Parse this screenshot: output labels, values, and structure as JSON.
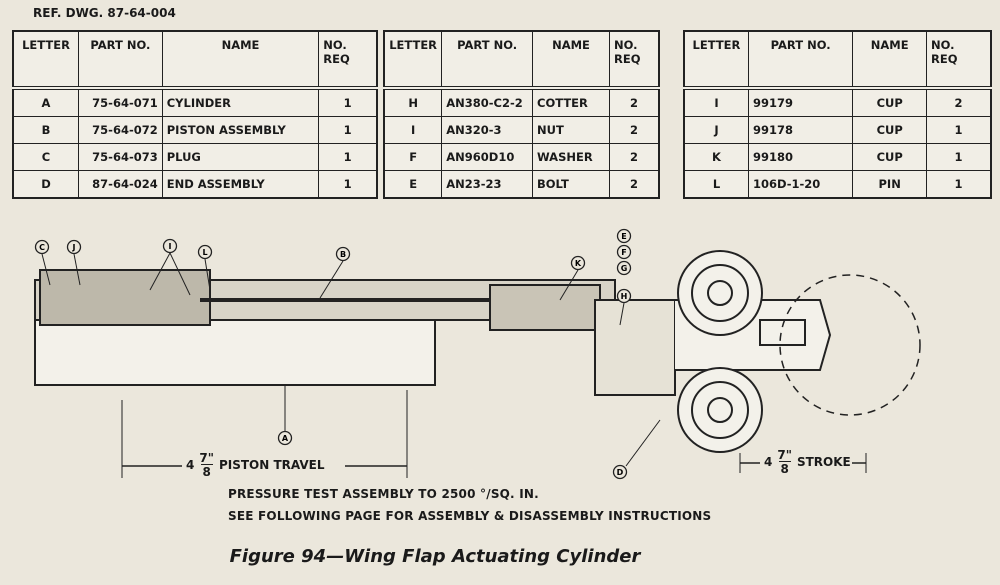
{
  "ref_dwg": "REF. DWG. 87-64-004",
  "columns": {
    "letter": "LETTER",
    "part": "PART NO.",
    "name": "NAME",
    "req_1": "NO.",
    "req_2": "REQ"
  },
  "tables": [
    {
      "rows": [
        {
          "letter": "A",
          "part": "75-64-071",
          "name": "CYLINDER",
          "req": "1"
        },
        {
          "letter": "B",
          "part": "75-64-072",
          "name": "PISTON ASSEMBLY",
          "req": "1"
        },
        {
          "letter": "C",
          "part": "75-64-073",
          "name": "PLUG",
          "req": "1"
        },
        {
          "letter": "D",
          "part": "87-64-024",
          "name": "END ASSEMBLY",
          "req": "1"
        }
      ]
    },
    {
      "rows": [
        {
          "letter": "H",
          "part": "AN380-C2-2",
          "name": "COTTER",
          "req": "2"
        },
        {
          "letter": "I",
          "part": "AN320-3",
          "name": "NUT",
          "req": "2"
        },
        {
          "letter": "F",
          "part": "AN960D10",
          "name": "WASHER",
          "req": "2"
        },
        {
          "letter": "E",
          "part": "AN23-23",
          "name": "BOLT",
          "req": "2"
        }
      ]
    },
    {
      "rows": [
        {
          "letter": "I",
          "part": "99179",
          "name": "CUP",
          "req": "2"
        },
        {
          "letter": "J",
          "part": "99178",
          "name": "CUP",
          "req": "1"
        },
        {
          "letter": "K",
          "part": "99180",
          "name": "CUP",
          "req": "1"
        },
        {
          "letter": "L",
          "part": "106D-1-20",
          "name": "PIN",
          "req": "1"
        }
      ]
    }
  ],
  "callouts": [
    "C",
    "J",
    "I",
    "L",
    "B",
    "K",
    "E",
    "F",
    "G",
    "H",
    "A",
    "D"
  ],
  "dimensions": {
    "travel_whole": "4",
    "travel_num": "7\"",
    "travel_den": "8",
    "travel_label": "PISTON TRAVEL",
    "stroke_whole": "4",
    "stroke_num": "7\"",
    "stroke_den": "8",
    "stroke_label": "STROKE"
  },
  "notes": [
    "PRESSURE TEST ASSEMBLY TO 2500 °/SQ. IN.",
    "SEE FOLLOWING PAGE FOR ASSEMBLY & DISASSEMBLY INSTRUCTIONS"
  ],
  "caption": "Figure 94—Wing Flap Actuating Cylinder"
}
